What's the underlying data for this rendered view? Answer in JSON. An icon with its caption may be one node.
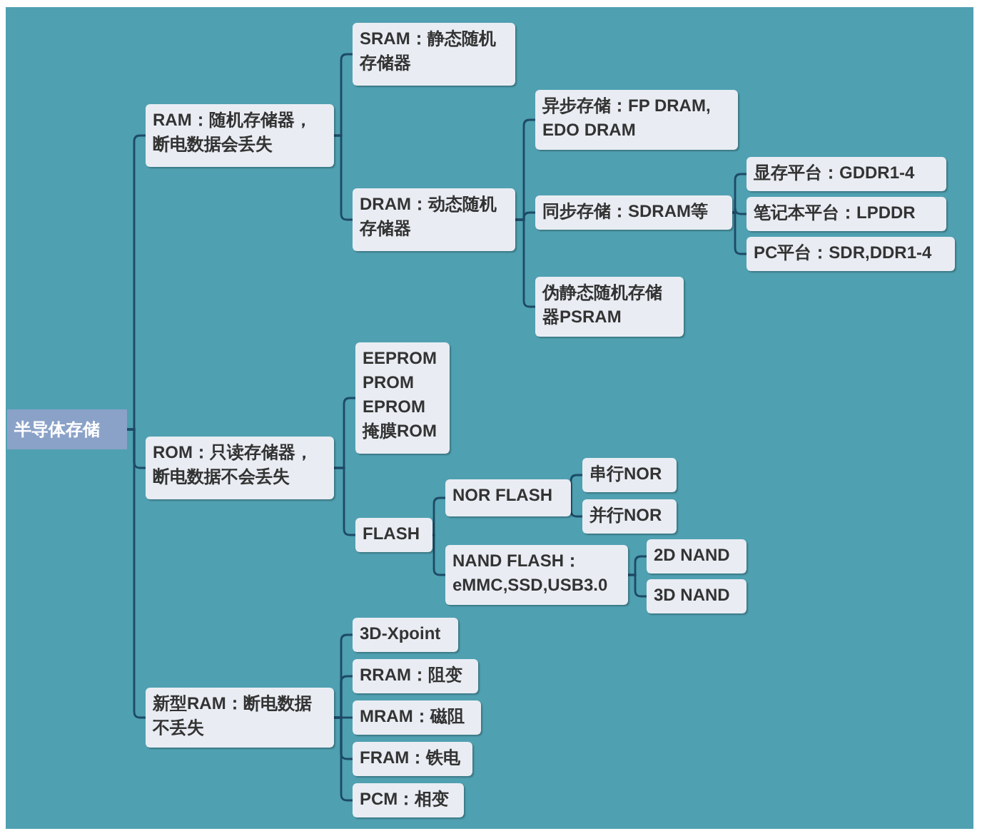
{
  "diagram": {
    "nodes": [
      {
        "text": [
          "半导体存储"
        ]
      },
      {
        "text": [
          "RAM：随机存储器，断电数据会丢失"
        ]
      },
      {
        "text": [
          "SRAM：静态随机存储器"
        ]
      },
      {
        "text": [
          "DRAM：动态随机存储器"
        ]
      },
      {
        "text": [
          "异步存储：FP DRAM, EDO DRAM"
        ]
      },
      {
        "text": [
          "同步存储：SDRAM等"
        ]
      },
      {
        "text": [
          "显存平台：GDDR1-4"
        ]
      },
      {
        "text": [
          "笔记本平台：LPDDR"
        ]
      },
      {
        "text": [
          "PC平台：SDR,DDR1-4"
        ]
      },
      {
        "text": [
          "伪静态随机存储器PSRAM"
        ]
      },
      {
        "text": [
          "ROM：只读存储器，断电数据不会丢失"
        ]
      },
      {
        "text": [
          "EEPROM PROM EPROM 掩膜ROM"
        ]
      },
      {
        "text": [
          "FLASH"
        ]
      },
      {
        "text": [
          "NOR FLASH"
        ]
      },
      {
        "text": [
          "串行NOR"
        ]
      },
      {
        "text": [
          "并行NOR"
        ]
      },
      {
        "text": [
          "NAND FLASH：eMMC,SSD,USB3.0"
        ]
      },
      {
        "text": [
          "2D NAND"
        ]
      },
      {
        "text": [
          "3D NAND"
        ]
      },
      {
        "text": [
          "新型RAM：断电数据不丢失"
        ]
      },
      {
        "text": [
          "3D-Xpoint"
        ]
      },
      {
        "text": [
          "RRAM：阻变"
        ]
      },
      {
        "text": [
          "MRAM：磁阻"
        ]
      },
      {
        "text": [
          "FRAM：铁电"
        ]
      },
      {
        "text": [
          "PCM：相变"
        ]
      }
    ],
    "edges": [
      {
        "from": 0,
        "to": 1,
        "arrow": "none"
      },
      {
        "from": 0,
        "to": 10,
        "arrow": "none"
      },
      {
        "from": 0,
        "to": 19,
        "arrow": "none"
      },
      {
        "from": 1,
        "to": 2,
        "arrow": "none"
      },
      {
        "from": 1,
        "to": 3,
        "arrow": "none"
      },
      {
        "from": 3,
        "to": 4,
        "arrow": "none"
      },
      {
        "from": 3,
        "to": 5,
        "arrow": "none"
      },
      {
        "from": 3,
        "to": 9,
        "arrow": "none"
      },
      {
        "from": 5,
        "to": 6,
        "arrow": "none"
      },
      {
        "from": 5,
        "to": 7,
        "arrow": "none"
      },
      {
        "from": 5,
        "to": 8,
        "arrow": "none"
      },
      {
        "from": 10,
        "to": 11,
        "arrow": "none"
      },
      {
        "from": 10,
        "to": 12,
        "arrow": "none"
      },
      {
        "from": 12,
        "to": 13,
        "arrow": "none"
      },
      {
        "from": 12,
        "to": 16,
        "arrow": "none"
      },
      {
        "from": 13,
        "to": 14,
        "arrow": "none"
      },
      {
        "from": 13,
        "to": 15,
        "arrow": "none"
      },
      {
        "from": 16,
        "to": 17,
        "arrow": "none"
      },
      {
        "from": 16,
        "to": 18,
        "arrow": "none"
      },
      {
        "from": 19,
        "to": 20,
        "arrow": "none"
      },
      {
        "from": 19,
        "to": 21,
        "arrow": "none"
      },
      {
        "from": 19,
        "to": 22,
        "arrow": "none"
      },
      {
        "from": 19,
        "to": 23,
        "arrow": "none"
      },
      {
        "from": 19,
        "to": 24,
        "arrow": "none"
      }
    ]
  }
}
